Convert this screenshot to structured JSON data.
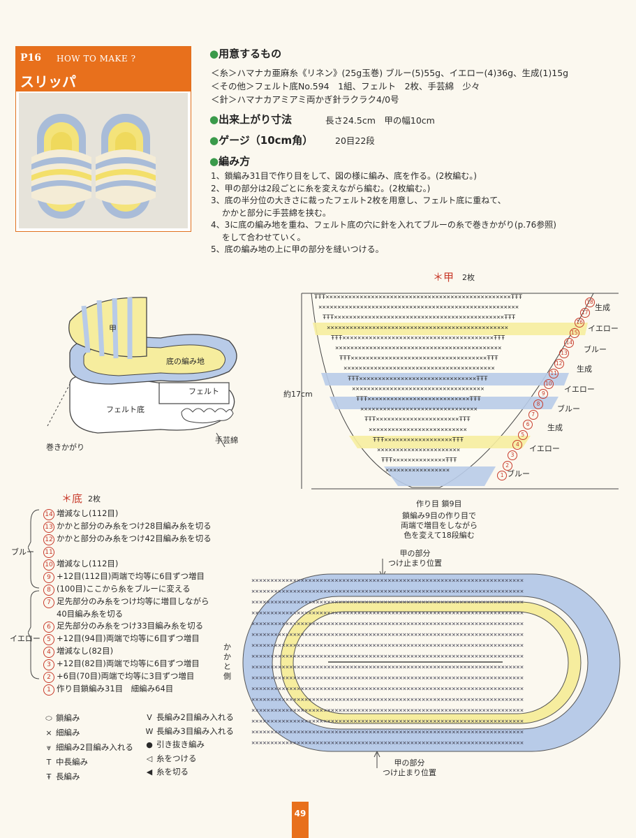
{
  "header": {
    "page_no": "P16",
    "how_to": "HOW TO MAKE ?",
    "title": "スリッパ"
  },
  "materials": {
    "heading": "用意するもの",
    "lines": [
      "＜糸＞ハマナカ亜麻糸《リネン》(25g玉巻) ブルー(5)55g、イエロー(4)36g、生成(1)15g",
      "＜その他＞フェルト底No.594　1組、フェルト　2枚、手芸綿　少々",
      "＜針＞ハマナカアミアミ両かぎ針ラクラク4/0号"
    ]
  },
  "size": {
    "heading": "出来上がり寸法",
    "value": "長さ24.5cm　甲の幅10cm"
  },
  "gauge": {
    "heading": "ゲージ（10cm角）",
    "value": "20目22段"
  },
  "method": {
    "heading": "編み方",
    "steps": [
      "1、鎖編み31目で作り目をして、図の様に編み、底を作る。(2枚編む。)",
      "2、甲の部分は2段ごとに糸を変えながら編む。(2枚編む。)",
      "3、底の半分位の大きさに裁ったフェルト2枚を用意し、フェルト底に重ねて、",
      "　 かかと部分に手芸綿を挟む。",
      "4、3に底の編み地を重ね、フェルト底の穴に針を入れてブルーの糸で巻きかがり(p.76参照)",
      "　 をして合わせていく。",
      "5、底の編み地の上に甲の部分を縫いつける。"
    ]
  },
  "assembly": {
    "kou": "甲",
    "sole_knit": "底の編み地",
    "felt": "フェルト",
    "felt_sole": "フェルト底",
    "makikagari": "巻きかがり",
    "shugeiwata": "手芸綿"
  },
  "kou_chart": {
    "title": "甲",
    "count": "2枚",
    "height": "約17cm",
    "rows": [
      "18",
      "17",
      "16",
      "15",
      "14",
      "13",
      "12",
      "11",
      "10",
      "9",
      "8",
      "7",
      "6",
      "5",
      "4",
      "3",
      "2",
      "1"
    ],
    "color_labels": [
      "生成",
      "イエロー",
      "ブルー",
      "生成",
      "イエロー",
      "ブルー",
      "生成",
      "イエロー",
      "ブルー"
    ],
    "foundation": "作り目 鎖9目",
    "note": [
      "鎖編み9目の作り目で",
      "両端で増目をしながら",
      "色を変えて18段編む"
    ]
  },
  "sole": {
    "title": "底",
    "count": "2枚",
    "group_blue": "ブルー",
    "group_yellow": "イエロー",
    "rows": [
      {
        "n": "14",
        "t": "増減なし(112目)"
      },
      {
        "n": "13",
        "t": "かかと部分のみ糸をつけ28目編み糸を切る"
      },
      {
        "n": "12",
        "t": "かかと部分のみ糸をつけ42目編み糸を切る"
      },
      {
        "n": "11",
        "t": ""
      },
      {
        "n": "10",
        "t": "増減なし(112目)"
      },
      {
        "n": "9",
        "t": "+12目(112目)両端で均等に6目ずつ増目"
      },
      {
        "n": "8",
        "t": "(100目)ここから糸をブルーに変える"
      },
      {
        "n": "7",
        "t": "足先部分のみ糸をつけ均等に増目しながら"
      },
      {
        "n": "",
        "t": "40目編み糸を切る"
      },
      {
        "n": "6",
        "t": "足先部分のみ糸をつけ33目編み糸を切る"
      },
      {
        "n": "5",
        "t": "+12目(94目)両端で均等に6目ずつ増目"
      },
      {
        "n": "4",
        "t": "増減なし(82目)"
      },
      {
        "n": "3",
        "t": "+12目(82目)両端で均等に6目ずつ増目"
      },
      {
        "n": "2",
        "t": "+6目(70目)両端で均等に3目ずつ増目"
      },
      {
        "n": "1",
        "t": "作り目鎖編み31目　細編み64目"
      }
    ],
    "heel_label": "かかと側",
    "top_note": [
      "甲の部分",
      "つけ止まり位置"
    ],
    "bottom_note": [
      "甲の部分",
      "つけ止まり位置"
    ]
  },
  "legend": {
    "left": [
      {
        "sym": "⬭",
        "t": "鎖編み"
      },
      {
        "sym": "×",
        "t": "細編み"
      },
      {
        "sym": "⩔",
        "t": "細編み2目編み入れる"
      },
      {
        "sym": "T",
        "t": "中長編み"
      },
      {
        "sym": "Ŧ",
        "t": "長編み"
      }
    ],
    "right": [
      {
        "sym": "V",
        "t": "長編み2目編み入れる"
      },
      {
        "sym": "W",
        "t": "長編み3目編み入れる"
      },
      {
        "sym": "●",
        "t": "引き抜き編み"
      },
      {
        "sym": "◁",
        "t": "糸をつける"
      },
      {
        "sym": "◀",
        "t": "糸を切る"
      }
    ]
  },
  "page_number": "49",
  "colors": {
    "orange": "#e8701c",
    "blue": "#a9c1e6",
    "yellow": "#f6ed9e",
    "red": "#c83a2a",
    "green": "#3a9a4a"
  }
}
